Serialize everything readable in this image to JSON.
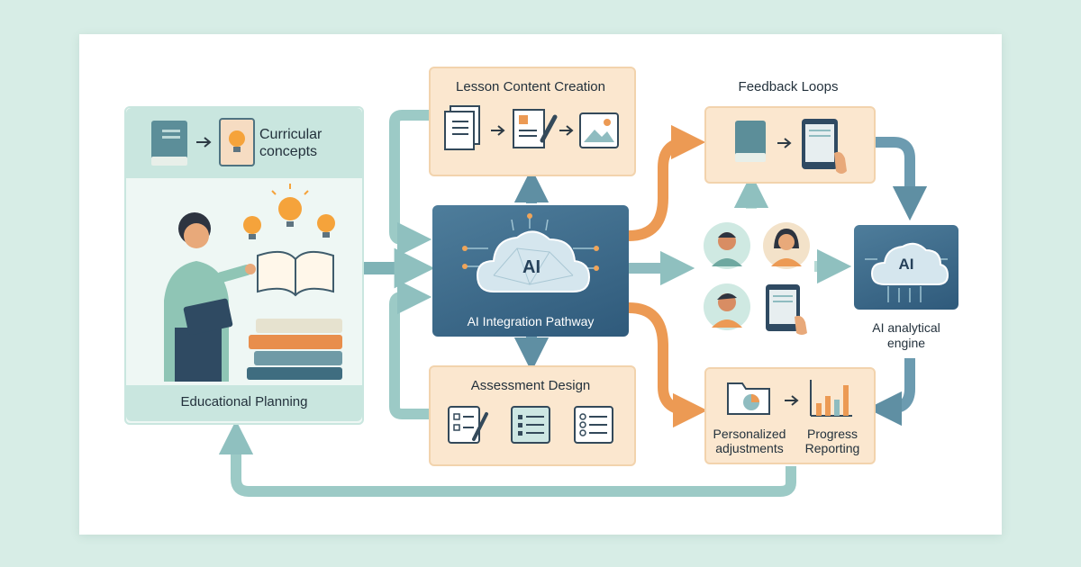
{
  "colors": {
    "page_bg": "#d7ede6",
    "card_bg": "#ffffff",
    "peach_box": "#fbe7cf",
    "mint_panel": "#c9e6df",
    "navy_box": "#2f5a7b",
    "teal_arrow": "#8fc0bf",
    "steel_arrow": "#5f8fa3",
    "orange_arrow": "#ec9a54"
  },
  "educational_planning": {
    "title": "Curricular concepts",
    "caption": "Educational Planning"
  },
  "lesson_content": {
    "title": "Lesson Content Creation"
  },
  "feedback": {
    "title": "Feedback Loops"
  },
  "ai_pathway": {
    "badge": "AI",
    "caption": "AI Integration Pathway"
  },
  "assessment": {
    "title": "Assessment Design"
  },
  "ai_engine": {
    "badge": "AI",
    "caption_line1": "AI analytical",
    "caption_line2": "engine"
  },
  "reporting": {
    "left_line1": "Personalized",
    "left_line2": "adjustments",
    "right_line1": "Progress",
    "right_line2": "Reporting"
  }
}
